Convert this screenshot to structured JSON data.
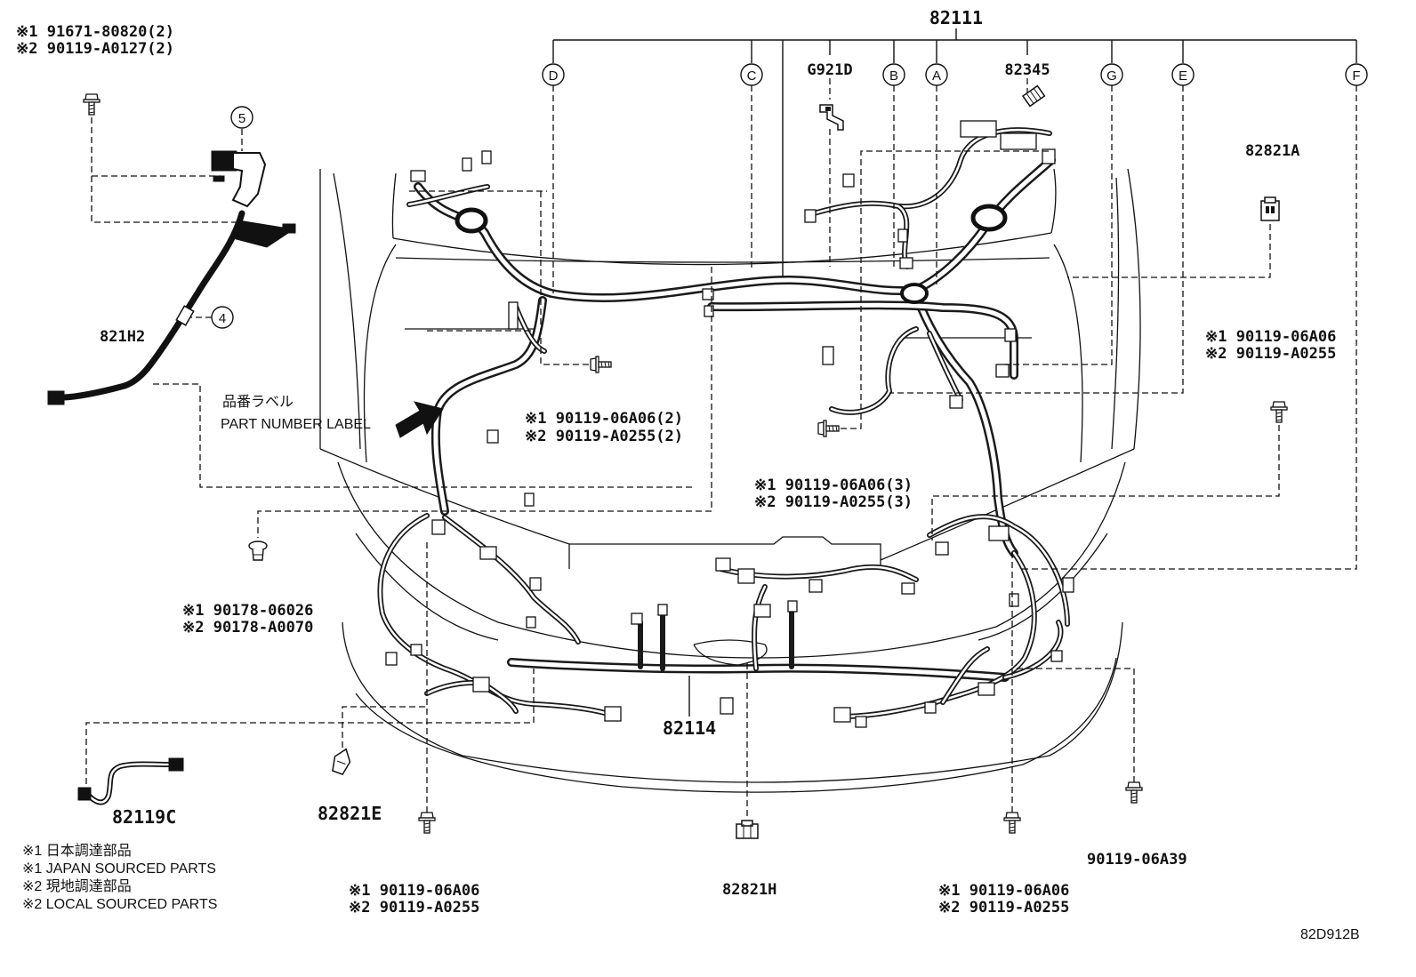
{
  "title_part": "82111",
  "callouts": {
    "d": "D",
    "c": "C",
    "b": "B",
    "a": "A",
    "g": "G",
    "e": "E",
    "f": "F",
    "n5": "5",
    "n4": "4"
  },
  "parts": {
    "g921d": "G921D",
    "p82345": "82345",
    "p821h2": "821H2",
    "p82821a": "82821A",
    "p82114": "82114",
    "p82119c": "82119C",
    "p82821e": "82821E",
    "p82821h": "82821H",
    "p9011906a39": "90119-06A39"
  },
  "label": {
    "jp": "品番ラベル",
    "en": "PART NUMBER LABEL"
  },
  "bolt_notes": {
    "top_left": [
      "※1 91671-80820(2)",
      "※2 90119-A0127(2)"
    ],
    "center_left": [
      "※1 90119-06A06(2)",
      "※2 90119-A0255(2)"
    ],
    "center": [
      "※1 90119-06A06(3)",
      "※2 90119-A0255(3)"
    ],
    "right": [
      "※1 90119-06A06",
      "※2 90119-A0255"
    ],
    "clip_left": [
      "※1 90178-06026",
      "※2 90178-A0070"
    ],
    "bottom_left": [
      "※1 90119-06A06",
      "※2 90119-A0255"
    ],
    "bottom_right": [
      "※1 90119-06A06",
      "※2 90119-A0255"
    ]
  },
  "legend": [
    "※1 日本調達部品",
    "※1 JAPAN SOURCED PARTS",
    "※2 現地調達部品",
    "※2 LOCAL SOURCED PARTS"
  ],
  "diagram_code": "82D912B"
}
